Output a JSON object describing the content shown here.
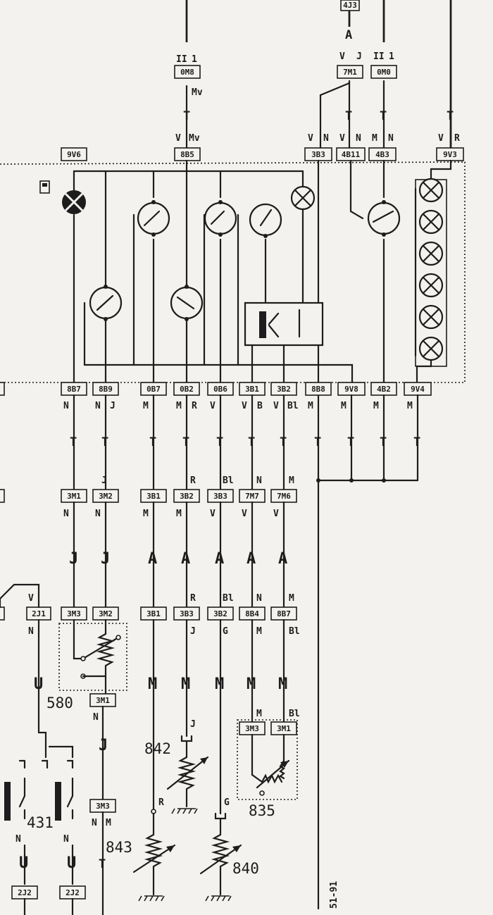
{
  "diagram": {
    "sheet_ref": "51-91",
    "components": [
      "580",
      "431",
      "842",
      "843",
      "840",
      "835"
    ],
    "connectors": {
      "top": [
        "4J3",
        "0M8",
        "7M1",
        "0M0",
        "9V6",
        "8B5",
        "3B3",
        "4B11",
        "4B3",
        "9V3"
      ],
      "row1": [
        "8B7",
        "8B9",
        "0B7",
        "0B2",
        "0B6",
        "3B1",
        "3B2",
        "8B8",
        "9V8",
        "4B2",
        "9V4"
      ],
      "row2": [
        "3M1",
        "3M2",
        "3B1",
        "3B2",
        "3B3",
        "7M7",
        "7M6"
      ],
      "row3": [
        "2J1",
        "3M3",
        "3M2",
        "3B1",
        "3B3",
        "3B2",
        "8B4",
        "8B7"
      ],
      "lower": [
        "3M1",
        "3M3",
        "3M3",
        "3M1",
        "2J2",
        "2J2"
      ]
    },
    "markers": {
      "roman": "II",
      "one": "1",
      "T": "T",
      "A": "A",
      "J": "J",
      "M": "M",
      "U": "U",
      "V": "V",
      "N": "N",
      "R": "R",
      "B": "B",
      "Bl": "Bl",
      "G": "G",
      "Mv": "Mv"
    }
  }
}
